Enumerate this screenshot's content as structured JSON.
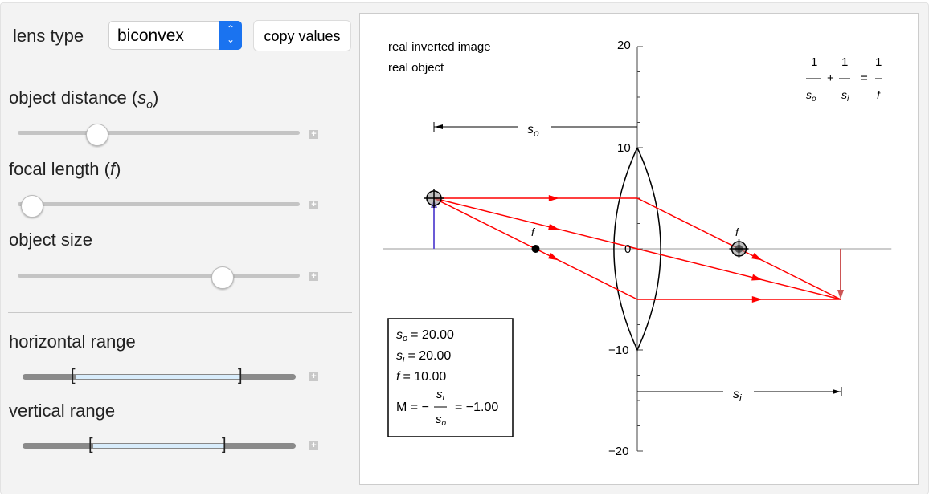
{
  "controls": {
    "lens_type_label": "lens type",
    "lens_type_value": "biconvex",
    "copy_values_label": "copy values",
    "object_distance_label": "object distance (",
    "object_distance_sym": "s",
    "object_distance_sub": "o",
    "focal_length_label": "focal length (",
    "focal_length_sym": "f",
    "object_size_label": "object size",
    "horizontal_range_label": "horizontal range",
    "vertical_range_label": "vertical range",
    "close_paren": ")",
    "object_distance_fraction": 0.28,
    "focal_length_fraction": 0.05,
    "object_size_fraction": 0.72,
    "horizontal_range": [
      0.19,
      0.8
    ],
    "vertical_range": [
      0.26,
      0.74
    ]
  },
  "plot": {
    "status_line1": "real inverted image",
    "status_line2": "real object",
    "y_ticks": [
      "20",
      "10",
      "0",
      "−10",
      "−20"
    ],
    "focal_label": "f",
    "so_label": "s",
    "so_sub": "o",
    "si_label": "s",
    "si_sub": "i",
    "formula": {
      "one": "1",
      "plus": "+",
      "equals": "="
    },
    "readout": {
      "so": "= 20.00",
      "si": "= 20.00",
      "f": "= 10.00",
      "M_prefix": "M = −",
      "M_value": "= −1.00"
    }
  },
  "chart_data": {
    "type": "diagram",
    "object_distance": 20,
    "image_distance": 20,
    "focal_length": 10,
    "object_height": 5,
    "image_height": -5,
    "xlim": [
      -25,
      25
    ],
    "ylim": [
      -20,
      20
    ],
    "colors": {
      "ray": "#ff0000",
      "object": "#6b5bd6",
      "image": "#cc5555",
      "lens": "#000000"
    }
  }
}
